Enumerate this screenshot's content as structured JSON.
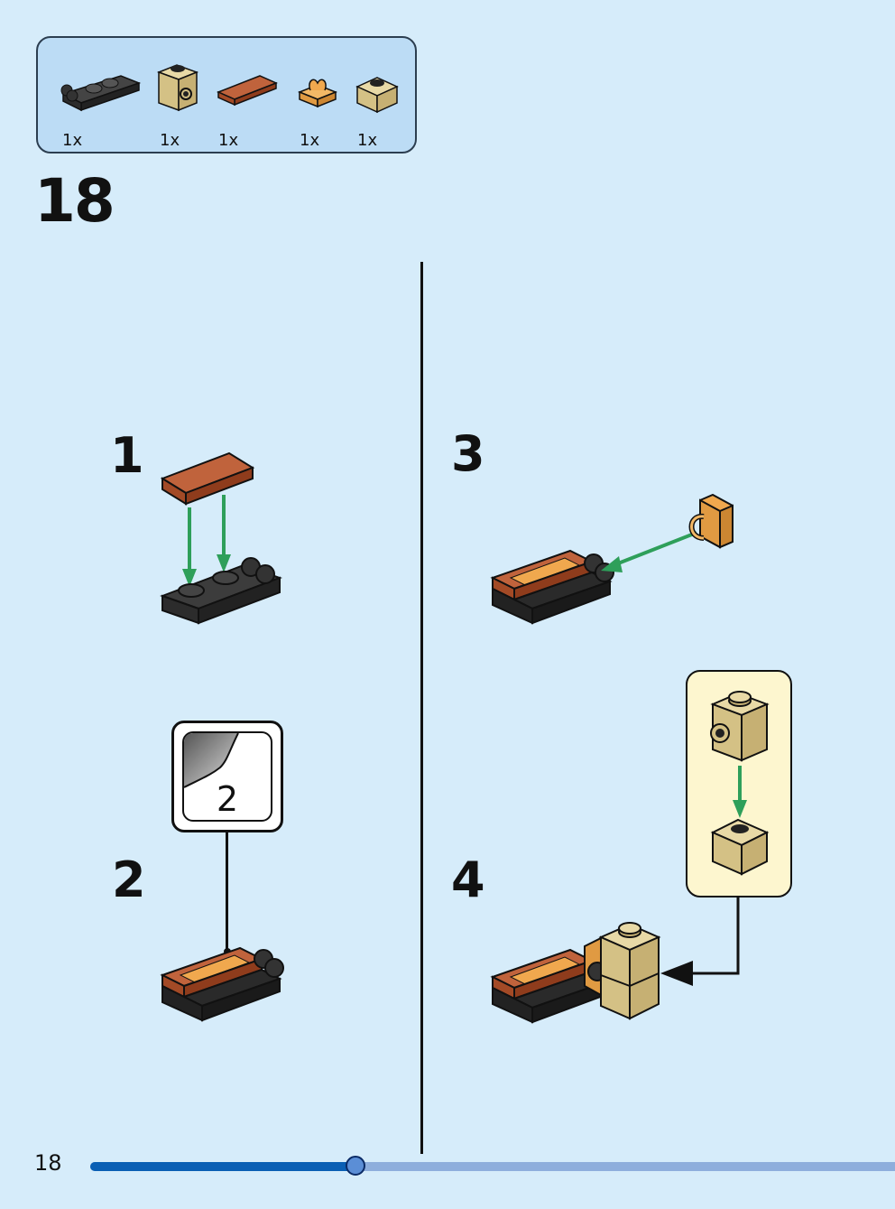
{
  "page": {
    "step_number": "18",
    "page_number": "18",
    "progress": 0.33
  },
  "parts": [
    {
      "icon": "dark-grey-plate-with-clips-icon",
      "qty": "1x"
    },
    {
      "icon": "tan-brick-with-side-stud-icon",
      "qty": "1x"
    },
    {
      "icon": "reddish-brown-tile-icon",
      "qty": "1x"
    },
    {
      "icon": "light-orange-clip-plate-icon",
      "qty": "1x"
    },
    {
      "icon": "tan-brick-1x1-icon",
      "qty": "1x"
    }
  ],
  "substeps": [
    {
      "number": "1"
    },
    {
      "number": "2",
      "sticker_label": "2"
    },
    {
      "number": "3"
    },
    {
      "number": "4"
    }
  ],
  "colors": {
    "background": "#d6ecfa",
    "parts_box": "#bcdcf5",
    "arrow_green": "#2e9f5a",
    "callout": "#fdf6cf",
    "progress_fill": "#0a5fb4",
    "progress_track": "#8eaedc",
    "tan": "#dccb95",
    "reddish_brown": "#b5552e",
    "dark_grey": "#3a3a3a",
    "light_orange": "#f0a84e"
  }
}
